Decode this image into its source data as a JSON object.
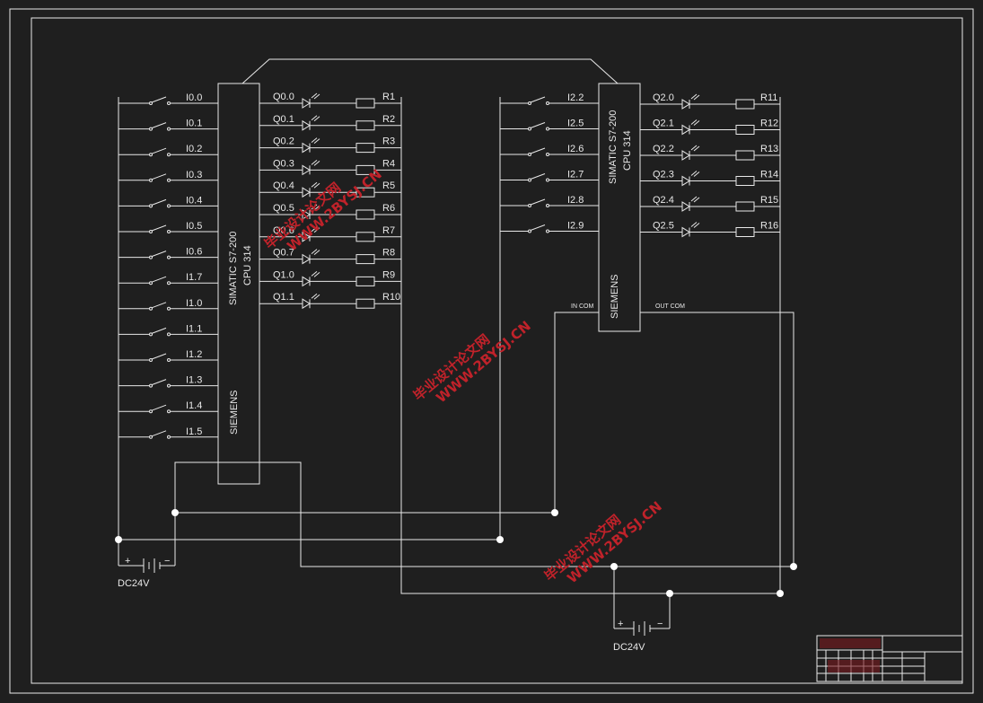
{
  "plc_left": {
    "model": "SIMATIC S7-200",
    "cpu": "CPU 314",
    "brand": "SIEMENS"
  },
  "plc_right": {
    "model": "SIMATIC S7-200",
    "cpu": "CPU 314",
    "brand": "SIEMENS",
    "in_com": "IN COM",
    "out_com": "OUT COM"
  },
  "left_inputs": [
    "I0.0",
    "I0.1",
    "I0.2",
    "I0.3",
    "I0.4",
    "I0.5",
    "I0.6",
    "I1.7",
    "I1.0",
    "I1.1",
    "I1.2",
    "I1.3",
    "I1.4",
    "I1.5"
  ],
  "left_outputs": [
    "Q0.0",
    "Q0.1",
    "Q0.2",
    "Q0.3",
    "Q0.4",
    "Q0.5",
    "Q0.6",
    "Q0.7",
    "Q1.0",
    "Q1.1"
  ],
  "left_resistors": [
    "R1",
    "R2",
    "R3",
    "R4",
    "R5",
    "R6",
    "R7",
    "R8",
    "R9",
    "R10"
  ],
  "right_inputs": [
    "I2.2",
    "I2.5",
    "I2.6",
    "I2.7",
    "I2.8",
    "I2.9"
  ],
  "right_outputs": [
    "Q2.0",
    "Q2.1",
    "Q2.2",
    "Q2.3",
    "Q2.4",
    "Q2.5"
  ],
  "right_resistors": [
    "R11",
    "R12",
    "R13",
    "R14",
    "R15",
    "R16"
  ],
  "supply_left": {
    "label": "DC24V",
    "plus": "+",
    "minus": "−"
  },
  "supply_right": {
    "label": "DC24V",
    "plus": "+",
    "minus": "−"
  },
  "watermark": {
    "cn": "毕业设计论文网",
    "url": "WWW.2BYSJ.CN"
  }
}
